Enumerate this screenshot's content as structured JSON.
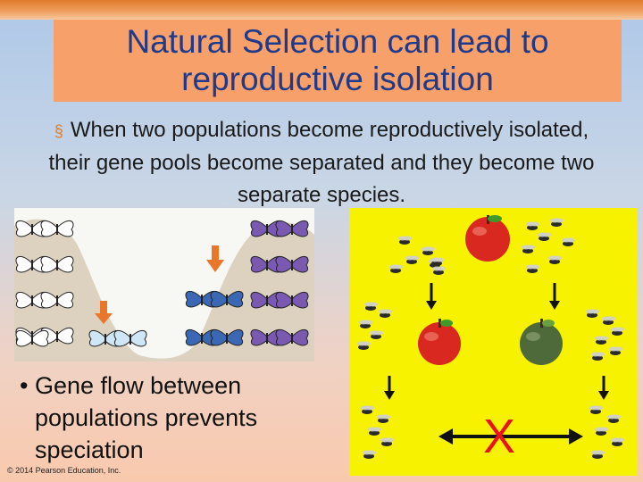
{
  "slide": {
    "title_line1": "Natural Selection can lead to",
    "title_line2": "reproductive isolation",
    "bullet_symbol": "§",
    "bullet_text": "When two populations become reproductively isolated, their gene pools become separated and they become two separate species.",
    "caption_bullet": "•",
    "caption_text": "Gene flow between populations prevents speciation",
    "copyright": "© 2014 Pearson Education, Inc."
  },
  "figure_right": {
    "x_mark": "X"
  },
  "colors": {
    "title_text": "#1f3a8a",
    "title_box": "#f7a06a",
    "accent_orange": "#e07b2c",
    "panel_yellow": "#f7f200"
  }
}
